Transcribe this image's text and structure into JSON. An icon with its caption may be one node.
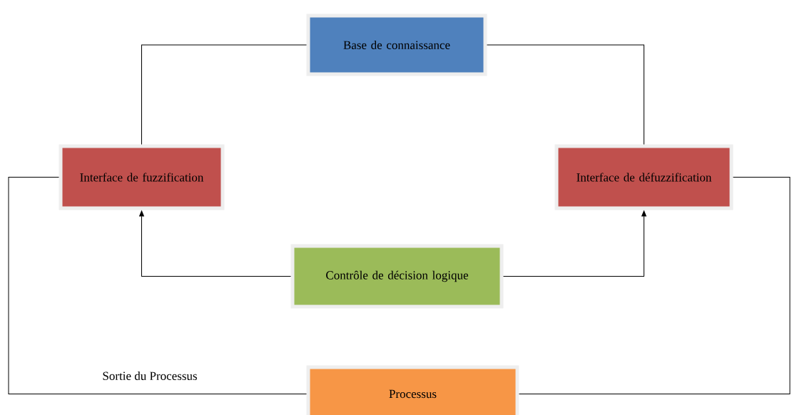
{
  "diagram": {
    "nodes": [
      {
        "text": [
          "Base de connaissance"
        ]
      },
      {
        "text": [
          "Interface de fuzzification"
        ]
      },
      {
        "text": [
          "Interface de défuzzification"
        ]
      },
      {
        "text": [
          "Contrôle de décision logique"
        ]
      },
      {
        "text": [
          "Processus"
        ]
      }
    ],
    "edges": [
      {
        "from": 1,
        "to": 0,
        "arrow": "none"
      },
      {
        "from": 0,
        "to": 2,
        "arrow": "none"
      },
      {
        "from": 3,
        "to": 1,
        "arrow": "to"
      },
      {
        "from": 3,
        "to": 2,
        "arrow": "to"
      },
      {
        "from": 4,
        "to": 1,
        "arrow": "none",
        "label": "Sortie du Processus"
      },
      {
        "from": 2,
        "to": 4,
        "arrow": "none"
      }
    ]
  }
}
